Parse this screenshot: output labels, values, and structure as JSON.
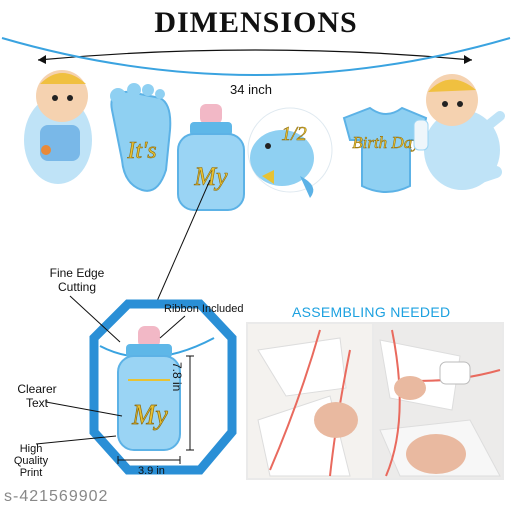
{
  "title": "DIMENSIONS",
  "banner": {
    "width_label": "34 inch",
    "flags": [
      {
        "kind": "baby",
        "text": ""
      },
      {
        "kind": "foot",
        "text": "It's"
      },
      {
        "kind": "bottle",
        "text": "My"
      },
      {
        "kind": "duck",
        "text": "1/2"
      },
      {
        "kind": "onesie",
        "text": "Birth Day"
      },
      {
        "kind": "baby",
        "text": ""
      }
    ]
  },
  "callouts": {
    "fine_edge": "Fine Edge Cutting",
    "ribbon": "Ribbon Included",
    "clearer_text": "Clearer Text",
    "high_quality": "High Quality Print"
  },
  "detail": {
    "text": "My",
    "height_label": "7.8 in",
    "width_label": "3.9 in"
  },
  "assembly": {
    "heading": "ASSEMBLING NEEDED"
  },
  "watermark": "s-421569902",
  "colors": {
    "accent_blue": "#7fc8ee",
    "dark_blue": "#1e90d0",
    "gold": "#e8c233",
    "octagon": "#2a8fd6",
    "ribbon": "#e96a5e"
  }
}
